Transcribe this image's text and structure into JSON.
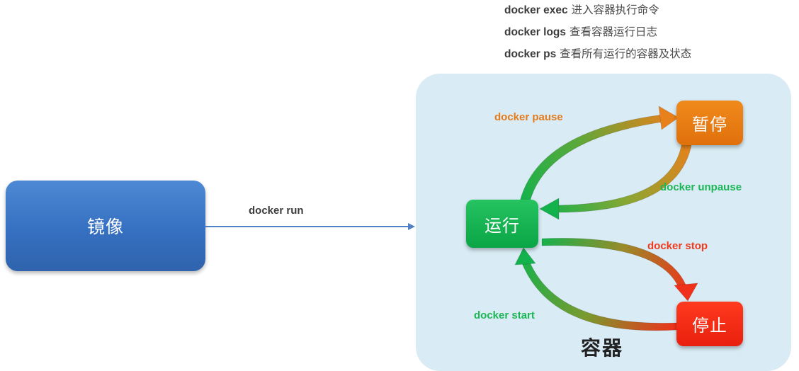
{
  "commands": [
    {
      "cmd": "docker exec",
      "desc": "进入容器执行命令"
    },
    {
      "cmd": "docker logs",
      "desc": "查看容器运行日志"
    },
    {
      "cmd": "docker ps",
      "desc": "查看所有运行的容器及状态"
    }
  ],
  "image_node": {
    "label": "镜像"
  },
  "run_edge": {
    "label": "docker run",
    "color": "#4f7fc4"
  },
  "container": {
    "caption": "容器",
    "background": "#d9ebf4"
  },
  "states": {
    "running": {
      "label": "运行",
      "color": "#12b251"
    },
    "paused": {
      "label": "暂停",
      "color": "#e87a15"
    },
    "stopped": {
      "label": "停止",
      "color": "#f02a16"
    }
  },
  "transitions": {
    "pause": {
      "label": "docker pause",
      "color": "#e57b1b"
    },
    "unpause": {
      "label": "docker unpause",
      "color": "#1db657"
    },
    "stop": {
      "label": "docker stop",
      "color": "#f23a1d"
    },
    "start": {
      "label": "docker start",
      "color": "#1db657"
    }
  }
}
